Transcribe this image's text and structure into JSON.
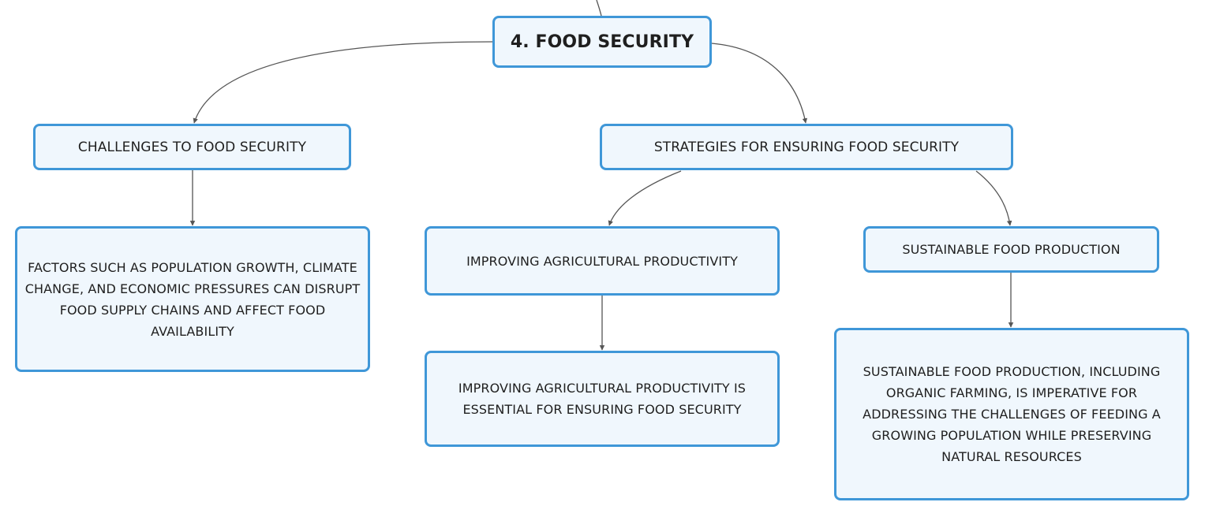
{
  "diagram": {
    "root": {
      "label": "4. FOOD SECURITY"
    },
    "challenges": {
      "label": "CHALLENGES TO FOOD SECURITY"
    },
    "strategies": {
      "label": "STRATEGIES FOR ENSURING FOOD SECURITY"
    },
    "factors": {
      "label": "FACTORS SUCH AS POPULATION GROWTH, CLIMATE CHANGE, AND ECONOMIC PRESSURES CAN DISRUPT FOOD SUPPLY CHAINS AND AFFECT FOOD AVAILABILITY"
    },
    "improving": {
      "label": "IMPROVING AGRICULTURAL PRODUCTIVITY"
    },
    "sustainable": {
      "label": "SUSTAINABLE FOOD PRODUCTION"
    },
    "improving_desc": {
      "label": "IMPROVING AGRICULTURAL PRODUCTIVITY IS ESSENTIAL FOR ENSURING FOOD SECURITY"
    },
    "sustainable_desc": {
      "label": "SUSTAINABLE FOOD PRODUCTION, INCLUDING ORGANIC FARMING, IS IMPERATIVE FOR ADDRESSING THE CHALLENGES OF FEEDING A GROWING POPULATION WHILE PRESERVING NATURAL RESOURCES"
    },
    "colors": {
      "border": "#3f97d8",
      "fill": "#f0f7fd",
      "connector": "#555555"
    }
  }
}
